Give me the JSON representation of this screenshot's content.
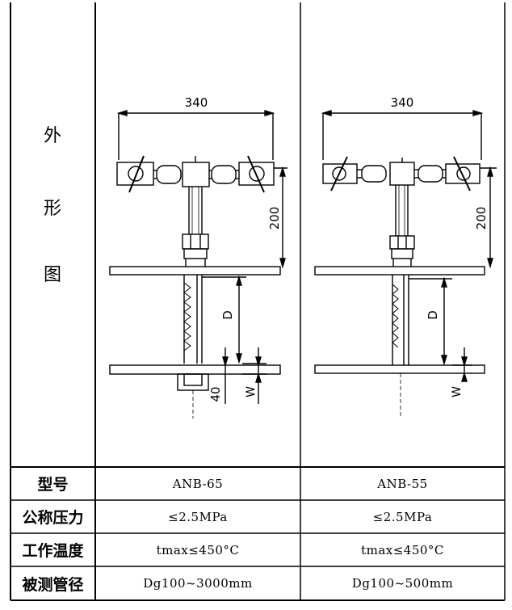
{
  "side_label": {
    "chars": [
      "外",
      "形",
      "图"
    ]
  },
  "drawings": [
    {
      "model": "ANB-65",
      "width_dim": "340",
      "height_dim": "200",
      "d_dim": "D",
      "w_dim": "W",
      "bottom_dim": "40"
    },
    {
      "model": "ANB-55",
      "width_dim": "340",
      "height_dim": "200",
      "d_dim": "D",
      "w_dim": "W"
    }
  ],
  "rows": [
    {
      "label": "型号",
      "values": [
        "ANB-65",
        "ANB-55"
      ]
    },
    {
      "label": "公称压力",
      "values": [
        "≤2.5MPa",
        "≤2.5MPa"
      ]
    },
    {
      "label": "工作温度",
      "values": [
        "tmax≤450°C",
        "tmax≤450°C"
      ]
    },
    {
      "label": "被测管径",
      "values": [
        "Dg100~3000mm",
        "Dg100~500mm"
      ]
    }
  ]
}
